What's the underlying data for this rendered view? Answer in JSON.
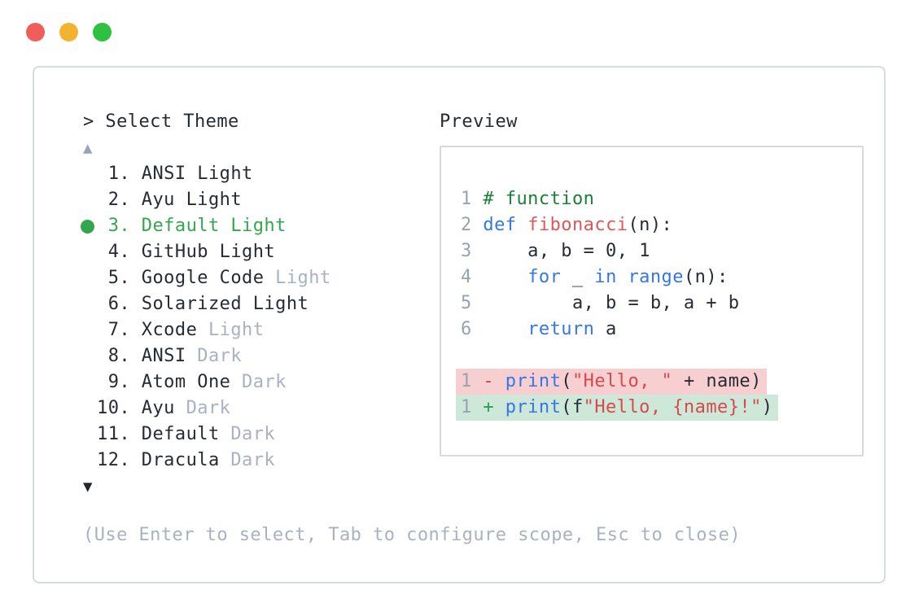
{
  "window": {
    "traffic_lights": [
      {
        "name": "close",
        "color": "#f15e5a"
      },
      {
        "name": "minimize",
        "color": "#f3b32f"
      },
      {
        "name": "zoom",
        "color": "#2cc13f"
      }
    ]
  },
  "theme_selector": {
    "prompt": "> Select Theme",
    "scroll_up_indicator": "▲",
    "scroll_down_indicator": "▼",
    "items": [
      {
        "num": " 1.",
        "main": "ANSI Light",
        "dim": "",
        "selected": false
      },
      {
        "num": " 2.",
        "main": "Ayu Light",
        "dim": "",
        "selected": false
      },
      {
        "num": " 3.",
        "main": "Default Light",
        "dim": "",
        "selected": true
      },
      {
        "num": " 4.",
        "main": "GitHub Light",
        "dim": "",
        "selected": false
      },
      {
        "num": " 5.",
        "main": "Google Code",
        "dim": "Light",
        "selected": false
      },
      {
        "num": " 6.",
        "main": "Solarized Light",
        "dim": "",
        "selected": false
      },
      {
        "num": " 7.",
        "main": "Xcode",
        "dim": "Light",
        "selected": false
      },
      {
        "num": " 8.",
        "main": "ANSI",
        "dim": "Dark",
        "selected": false
      },
      {
        "num": " 9.",
        "main": "Atom One",
        "dim": "Dark",
        "selected": false
      },
      {
        "num": "10.",
        "main": "Ayu",
        "dim": "Dark",
        "selected": false
      },
      {
        "num": "11.",
        "main": "Default",
        "dim": "Dark",
        "selected": false
      },
      {
        "num": "12.",
        "main": "Dracula",
        "dim": "Dark",
        "selected": false
      }
    ],
    "hint": "(Use Enter to select, Tab to configure scope, Esc to close)"
  },
  "preview": {
    "label": "Preview",
    "code_lines": [
      {
        "num": "1",
        "bg": "",
        "tokens": [
          {
            "text": "# function",
            "color": "comment"
          }
        ]
      },
      {
        "num": "2",
        "bg": "",
        "tokens": [
          {
            "text": "def",
            "color": "keyword"
          },
          {
            "text": " ",
            "color": "plain"
          },
          {
            "text": "fibonacci",
            "color": "function"
          },
          {
            "text": "(n):",
            "color": "plain"
          }
        ]
      },
      {
        "num": "3",
        "bg": "",
        "tokens": [
          {
            "text": "    a, b = 0, 1",
            "color": "plain"
          }
        ]
      },
      {
        "num": "4",
        "bg": "",
        "tokens": [
          {
            "text": "    ",
            "color": "plain"
          },
          {
            "text": "for",
            "color": "keyword"
          },
          {
            "text": " _ ",
            "color": "plain"
          },
          {
            "text": "in",
            "color": "keyword"
          },
          {
            "text": " ",
            "color": "plain"
          },
          {
            "text": "range",
            "color": "keyword"
          },
          {
            "text": "(n):",
            "color": "plain"
          }
        ]
      },
      {
        "num": "5",
        "bg": "",
        "tokens": [
          {
            "text": "        a, b = b, a + b",
            "color": "plain"
          }
        ]
      },
      {
        "num": "6",
        "bg": "",
        "tokens": [
          {
            "text": "    ",
            "color": "plain"
          },
          {
            "text": "return",
            "color": "keyword"
          },
          {
            "text": " a",
            "color": "plain"
          }
        ]
      },
      {
        "num": "",
        "bg": "",
        "tokens": []
      },
      {
        "num": "1",
        "bg": "removed",
        "tokens": [
          {
            "text": "- ",
            "color": "minus"
          },
          {
            "text": "print",
            "color": "keyword"
          },
          {
            "text": "(",
            "color": "plain"
          },
          {
            "text": "\"Hello, \"",
            "color": "string"
          },
          {
            "text": " + name)",
            "color": "plain"
          }
        ]
      },
      {
        "num": "1",
        "bg": "added",
        "tokens": [
          {
            "text": "+ ",
            "color": "plus"
          },
          {
            "text": "print",
            "color": "keyword"
          },
          {
            "text": "(f",
            "color": "plain"
          },
          {
            "text": "\"Hello, {name}!\"",
            "color": "string"
          },
          {
            "text": ")",
            "color": "plain"
          }
        ]
      }
    ]
  },
  "colors": {
    "plain": "#262b36",
    "comment": "#1a8038",
    "keyword": "#3377e8",
    "function": "#df5858",
    "string": "#d84a4a",
    "minus": "#c0474b",
    "plus": "#2e9e4e",
    "linenum": "#99a2b0",
    "selected_green": "#34a74e",
    "dim_text": "#a9b2c0",
    "removed_bg": "#f8cfd1",
    "added_bg": "#cde7d8"
  }
}
